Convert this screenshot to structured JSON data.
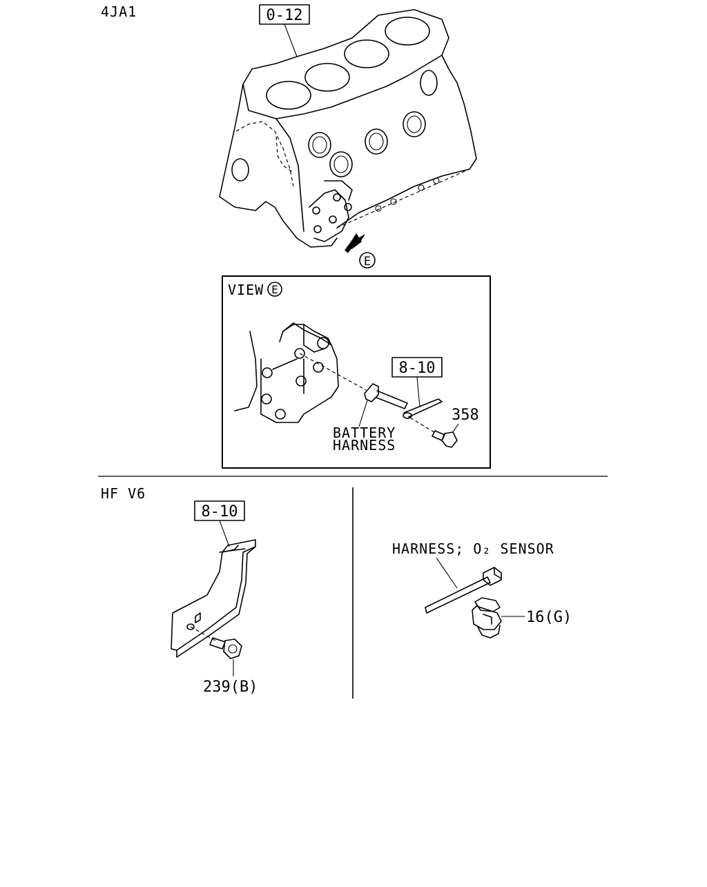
{
  "variants": {
    "top": "4JA1",
    "bottom_left": "HF V6"
  },
  "callouts": {
    "block": "0-12",
    "bracket_view": "8-10",
    "bracket_hf": "8-10",
    "bolt_view": "358",
    "bolt_hf": "239(B)",
    "clip": "16(G)"
  },
  "view": {
    "arrow_letter": "E",
    "title_word": "VIEW",
    "title_letter": "E"
  },
  "labels": {
    "battery_line1": "BATTERY",
    "battery_line2": "HARNESS",
    "o2_harness": "HARNESS; O₂ SENSOR"
  }
}
